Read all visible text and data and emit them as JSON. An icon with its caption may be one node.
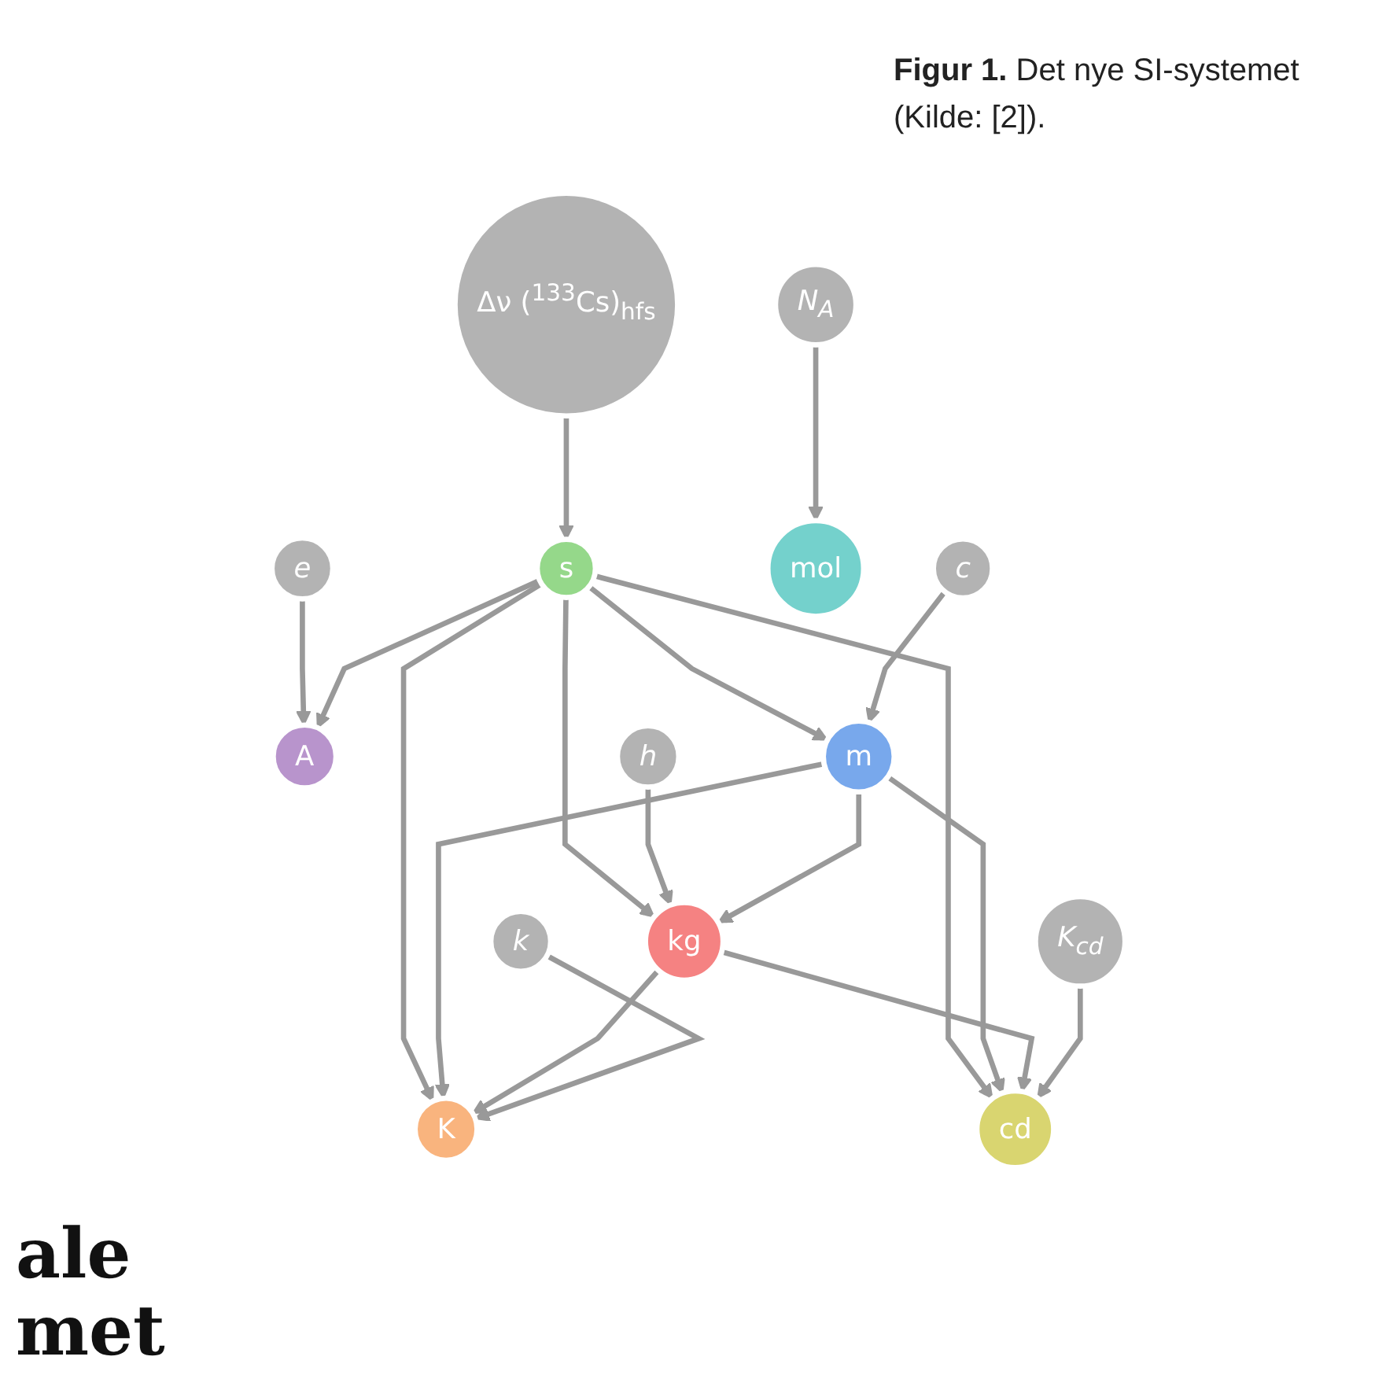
{
  "diagram": {
    "caption": "**Figur 1.** Det nye SI-systemet (Kilde: [2]).",
    "nodes": [
      {
        "text": [
          "Δν ($^{133}$Cs)$_{hfs}$"
        ]
      },
      {
        "text": [
          "e"
        ]
      },
      {
        "text": [
          "s"
        ]
      },
      {
        "text": [
          "N$_{A}$"
        ]
      },
      {
        "text": [
          "A"
        ]
      },
      {
        "text": [
          "mol"
        ]
      },
      {
        "text": [
          "m"
        ]
      },
      {
        "text": [
          "kg"
        ]
      },
      {
        "text": [
          "c"
        ]
      },
      {
        "text": [
          "h"
        ]
      },
      {
        "text": [
          "K"
        ]
      },
      {
        "text": [
          "cd"
        ]
      },
      {
        "text": [
          "k"
        ]
      },
      {
        "text": [
          "K$_{cd}$"
        ]
      }
    ],
    "edges": [
      {
        "from": 0,
        "to": 2,
        "arrow": "to"
      },
      {
        "from": 1,
        "to": 4,
        "arrow": "to"
      },
      {
        "from": 3,
        "to": 5,
        "arrow": "to"
      },
      {
        "from": 2,
        "to": 4,
        "arrow": "to"
      },
      {
        "from": 2,
        "to": 6,
        "arrow": "to"
      },
      {
        "from": 2,
        "to": 10,
        "arrow": "to"
      },
      {
        "from": 2,
        "to": 11,
        "arrow": "to"
      },
      {
        "from": 2,
        "to": 7,
        "arrow": "to"
      },
      {
        "from": 8,
        "to": 6,
        "arrow": "to"
      },
      {
        "from": 9,
        "to": 7,
        "arrow": "to"
      },
      {
        "from": 6,
        "to": 7,
        "arrow": "to"
      },
      {
        "from": 6,
        "to": 10,
        "arrow": "to"
      },
      {
        "from": 6,
        "to": 11,
        "arrow": "to"
      },
      {
        "from": 7,
        "to": 10,
        "arrow": "to"
      },
      {
        "from": 7,
        "to": 11,
        "arrow": "to"
      },
      {
        "from": 12,
        "to": 10,
        "arrow": "to"
      },
      {
        "from": 13,
        "to": 11,
        "arrow": "to"
      }
    ],
    "labels": [
      "ale",
      "met"
    ]
  }
}
